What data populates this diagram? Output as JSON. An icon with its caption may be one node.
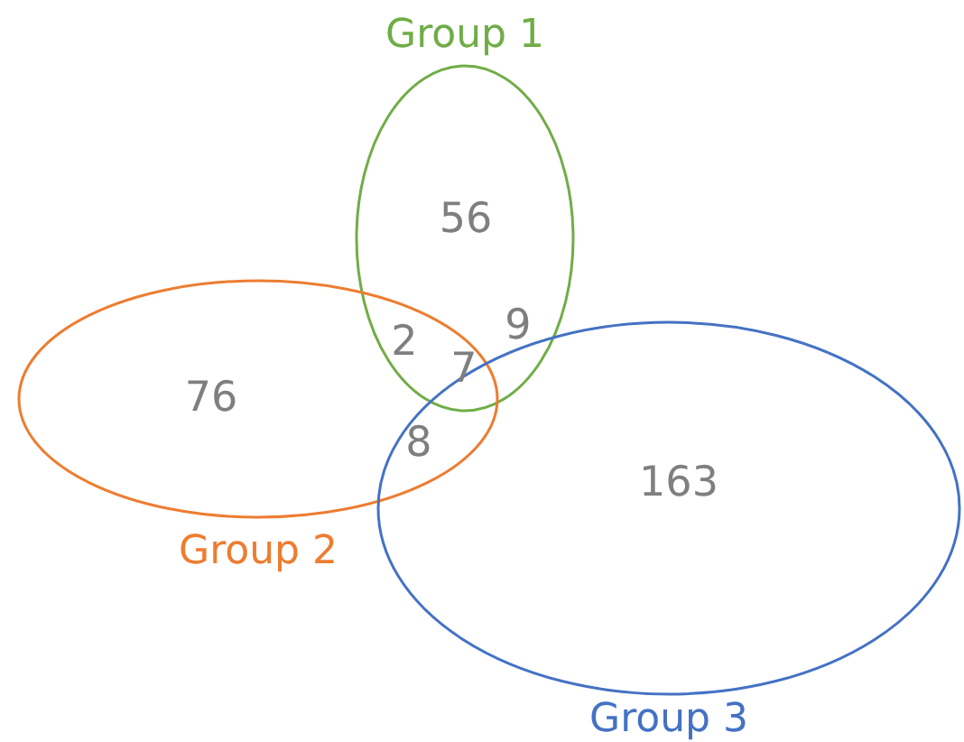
{
  "diagram": {
    "nodes": [
      {
        "text": [
          "Group 1"
        ]
      },
      {
        "text": [
          "Group 2"
        ]
      },
      {
        "text": [
          "Group 3"
        ]
      }
    ],
    "labels": [
      "56",
      "2",
      "9",
      "76",
      "7",
      "8",
      "163"
    ]
  }
}
